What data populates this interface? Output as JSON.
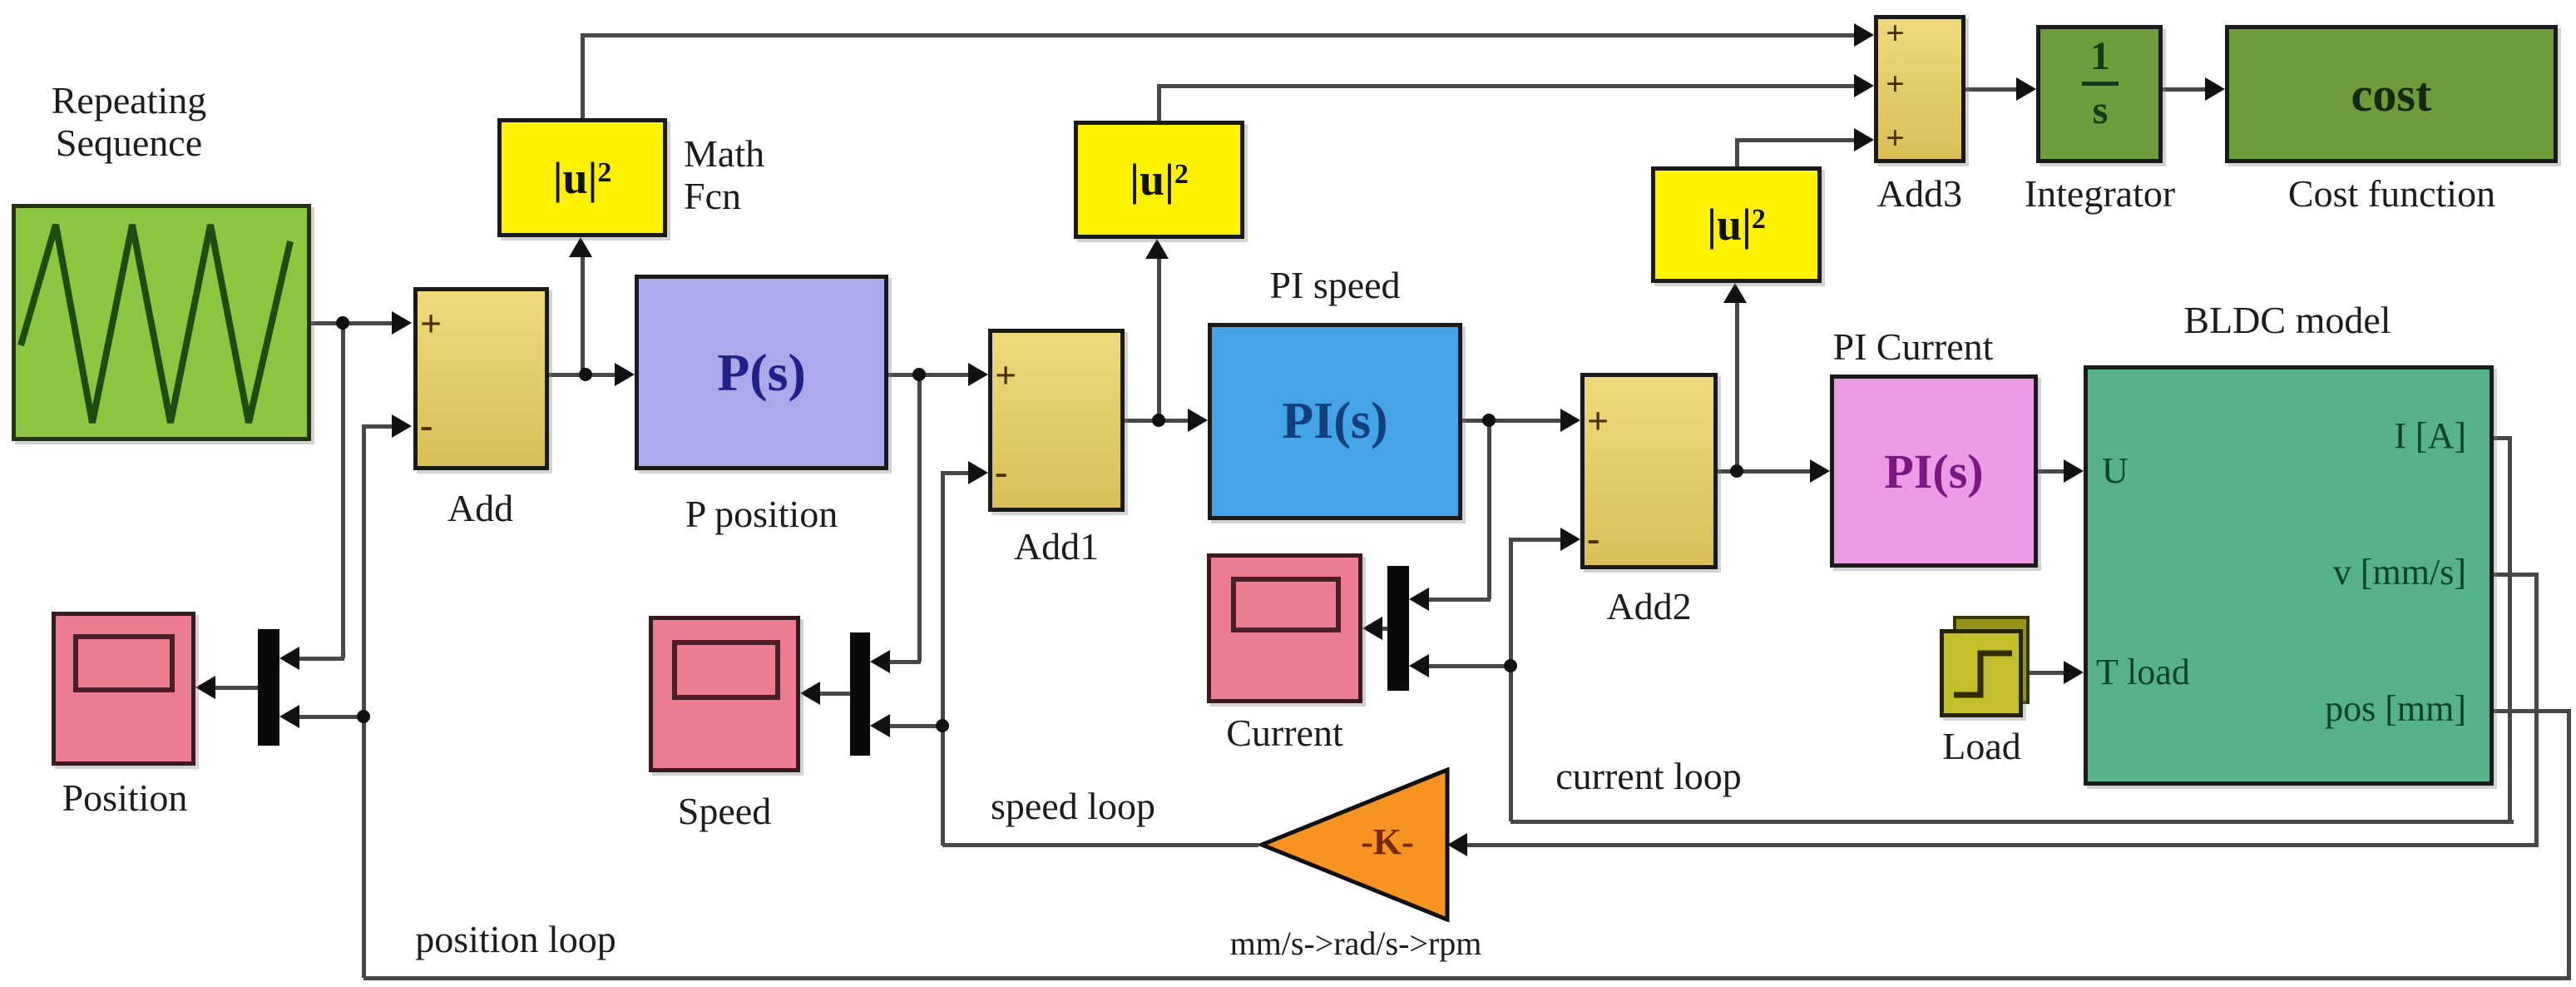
{
  "blocks": {
    "repeating_sequence": {
      "label_line1": "Repeating",
      "label_line2": "Sequence"
    },
    "add": {
      "label": "Add",
      "plus": "+",
      "minus": "-"
    },
    "math_fcn": {
      "text_base": "|u|",
      "text_sup": "2",
      "label_line1": "Math",
      "label_line2": "Fcn"
    },
    "p_position": {
      "text": "P(s)",
      "label": "P position"
    },
    "add1": {
      "label": "Add1",
      "plus": "+",
      "minus": "-"
    },
    "usq2": {
      "text_base": "|u|",
      "text_sup": "2"
    },
    "pi_speed": {
      "text": "PI(s)",
      "label": "PI speed"
    },
    "add2": {
      "label": "Add2",
      "plus": "+",
      "minus": "-"
    },
    "usq3": {
      "text_base": "|u|",
      "text_sup": "2"
    },
    "pi_current": {
      "text": "PI(s)",
      "label": "PI Current"
    },
    "bldc": {
      "label": "BLDC model",
      "port_u": "U",
      "port_tload": "T load",
      "port_i": "I [A]",
      "port_v": "v [mm/s]",
      "port_pos": "pos [mm]"
    },
    "add3": {
      "label": "Add3",
      "plus1": "+",
      "plus2": "+",
      "plus3": "+"
    },
    "integrator": {
      "num": "1",
      "den": "s",
      "label": "Integrator"
    },
    "cost_function": {
      "text": "cost",
      "label": "Cost function"
    },
    "position_scope": {
      "label": "Position"
    },
    "speed_scope": {
      "label": "Speed"
    },
    "current_scope": {
      "label": "Current"
    },
    "load": {
      "label": "Load"
    },
    "gain": {
      "text": "-K-",
      "label": "mm/s->rad/s->rpm"
    }
  },
  "loop_labels": {
    "position": "position loop",
    "speed": "speed loop",
    "current": "current loop"
  },
  "colors": {
    "source_green": "#8cc641",
    "sum_tan": "#e3cb66",
    "math_yellow": "#fff200",
    "p_purple": "#aba8ec",
    "pi_blue": "#45a4e8",
    "pi_pink": "#ec9be4",
    "bldc_teal": "#56b288",
    "olive_green": "#6f9c3a",
    "scope_pink": "#ec7c90",
    "load_olive": "#bdb82b",
    "gain_orange": "#f79421",
    "wire": "#474747"
  }
}
